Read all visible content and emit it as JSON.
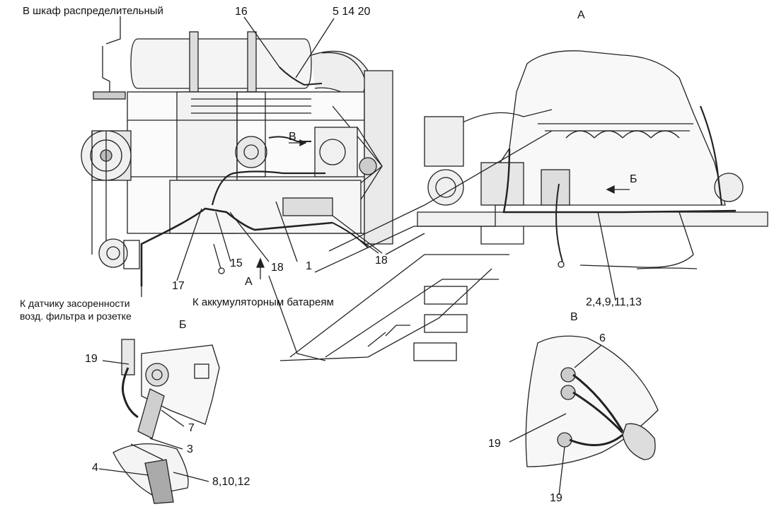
{
  "notes": {
    "top_left": "В шкаф распределительный",
    "sensor_line1": "К датчику засоренности",
    "sensor_line2": "возд. фильтра и розетке",
    "battery": "К аккумуляторным батареям"
  },
  "views": {
    "A": "А",
    "B_cyr": "Б",
    "V": "В",
    "arrow_A": "А",
    "arrow_B_cyr": "Б",
    "arrow_V": "В",
    "inset_B_cyr": "Б",
    "inset_V": "В"
  },
  "callouts": {
    "c16": "16",
    "c5_14_20": "5 14 20",
    "c18_mid": "18",
    "c18_left": "18",
    "c1": "1",
    "c15": "15",
    "c17": "17",
    "c2_4_9_11_13": "2,4,9,11,13",
    "c19_b": "19",
    "c7": "7",
    "c3": "3",
    "c4": "4",
    "c8_10_12": "8,10,12",
    "c6": "6",
    "c19_v_left": "19",
    "c19_v_bottom": "19"
  }
}
